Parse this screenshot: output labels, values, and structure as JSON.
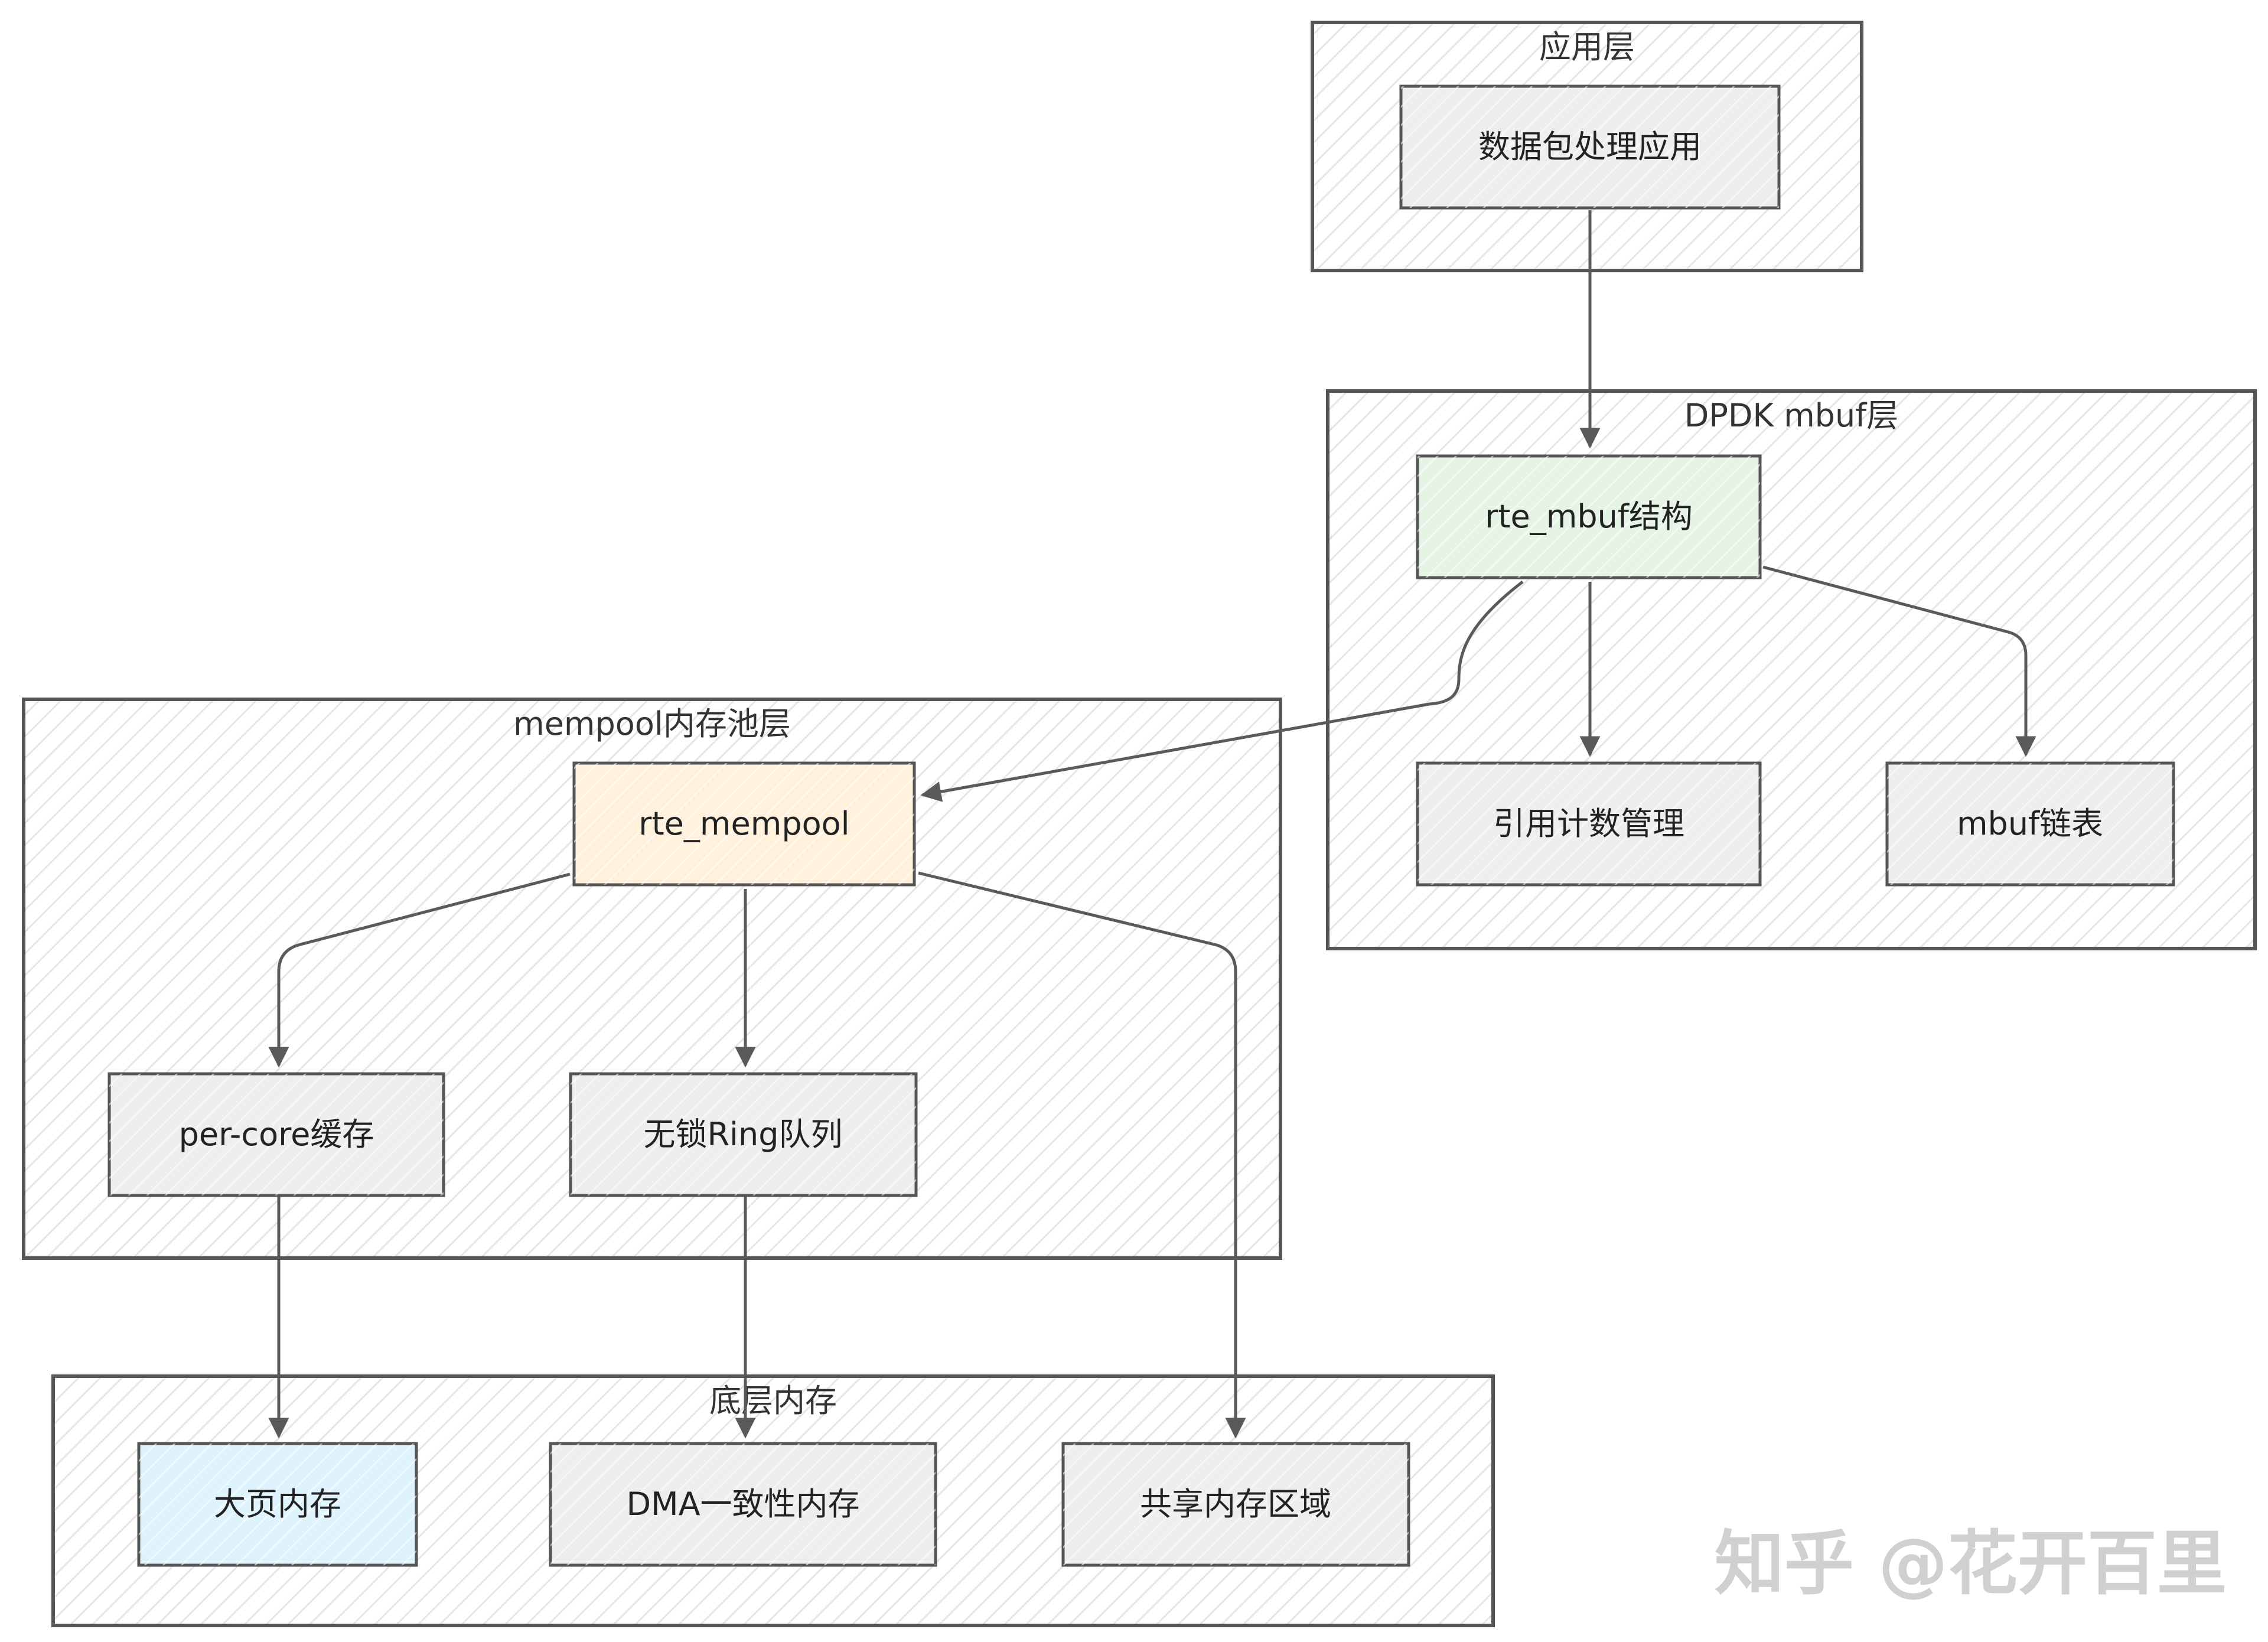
{
  "layers": {
    "app": {
      "title": "应用层"
    },
    "mbuf": {
      "title": "DPDK mbuf层"
    },
    "mempool": {
      "title": "mempool内存池层"
    },
    "memory": {
      "title": "底层内存"
    }
  },
  "nodes": {
    "packet_app": {
      "label": "数据包处理应用"
    },
    "rte_mbuf": {
      "label": "rte_mbuf结构"
    },
    "refcount": {
      "label": "引用计数管理"
    },
    "mbuf_chain": {
      "label": "mbuf链表"
    },
    "rte_mempool": {
      "label": "rte_mempool"
    },
    "per_core_cache": {
      "label": "per-core缓存"
    },
    "lockless_ring": {
      "label": "无锁Ring队列"
    },
    "hugepage": {
      "label": "大页内存"
    },
    "dma_memory": {
      "label": "DMA一致性内存"
    },
    "shared_memory": {
      "label": "共享内存区域"
    }
  },
  "colors": {
    "gray_fill": "#eeeeee",
    "green_fill": "#e6f4e6",
    "orange_fill": "#fff1dc",
    "blue_fill": "#dff3fd",
    "stroke": "#555555",
    "arrow": "#5a5a5a"
  },
  "watermark": "知乎 @花开百里"
}
